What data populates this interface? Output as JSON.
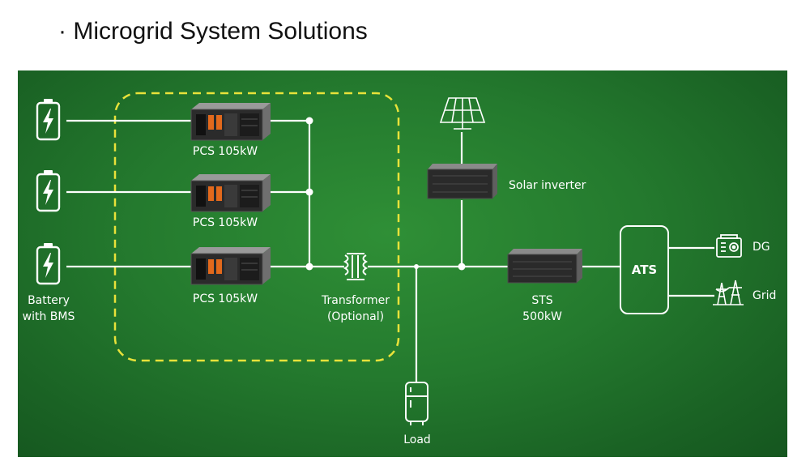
{
  "title": "· Microgrid System Solutions",
  "batteries": {
    "label_line1": "Battery",
    "label_line2": "with BMS"
  },
  "pcs_units": [
    {
      "label": "PCS 105kW"
    },
    {
      "label": "PCS 105kW"
    },
    {
      "label": "PCS 105kW"
    }
  ],
  "transformer": {
    "label_line1": "Transformer",
    "label_line2": "(Optional)"
  },
  "solar_inverter": {
    "label": "Solar inverter"
  },
  "sts": {
    "label_line1": "STS",
    "label_line2": "500kW"
  },
  "ats": {
    "label": "ATS"
  },
  "dg": {
    "label": "DG"
  },
  "grid": {
    "label": "Grid"
  },
  "load": {
    "label": "Load"
  },
  "colors": {
    "background": "#247a2e",
    "lines": "#ffffff",
    "dashed_box": "#e8e23a",
    "device": "#2b2b2b",
    "pcs_accent": "#e2691c"
  },
  "icons": [
    "battery-icon",
    "pcs-icon",
    "transformer-icon",
    "solar-panel-icon",
    "inverter-icon",
    "sts-icon",
    "generator-icon",
    "transmission-tower-icon",
    "refrigerator-icon"
  ]
}
